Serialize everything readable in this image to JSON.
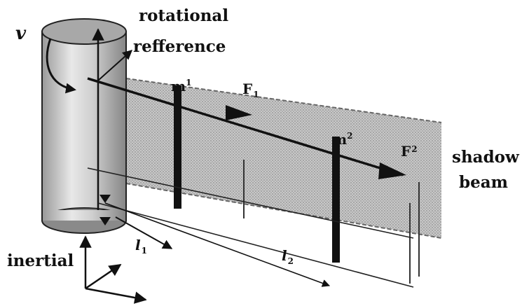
{
  "labels": {
    "rotational": "rotational",
    "refference": "refference",
    "v": "v",
    "shadow": "shadow",
    "beam": "beam",
    "inertial": "inertial",
    "m": "m",
    "m_sub_1": "1",
    "m_sub_2": "2",
    "f": "F",
    "f_sub_1": "1",
    "f_sub_2": "2",
    "l": "l",
    "l_sub_1": "1",
    "l_sub_2": "2"
  },
  "colors": {
    "shadow_fill": "#b4b4b4",
    "cylinder_light": "#e6e6e6",
    "cylinder_dark": "#8c8c8c",
    "ink": "#111111"
  }
}
